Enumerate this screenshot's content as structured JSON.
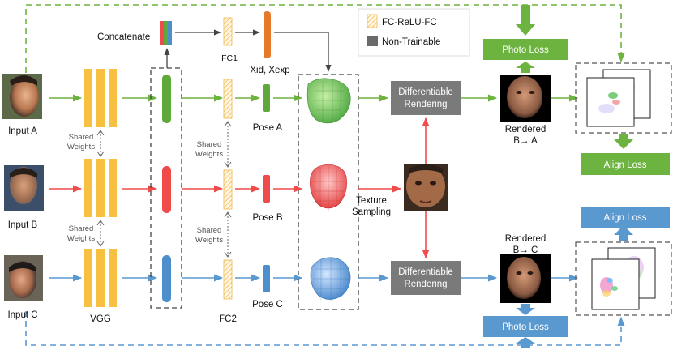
{
  "labels": {
    "concatenate": "Concatenate",
    "fc1": "FC1",
    "xid_xexp": "Xid, Xexp",
    "pose_a": "Pose A",
    "pose_b": "Pose B",
    "pose_c": "Pose C",
    "fc2": "FC2",
    "vgg": "VGG",
    "input_a": "Input A",
    "input_b": "Input B",
    "input_c": "Input C",
    "shared": "Shared",
    "weights": "Weights",
    "texture": "Texture",
    "sampling": "Sampling",
    "rendered": "Rendered",
    "b_to_a": "B→ A",
    "b_to_c": "B→ C"
  },
  "legend": {
    "fc_relu_fc": "FC-ReLU-FC",
    "non_trainable": "Non-Trainable"
  },
  "boxes": {
    "diff_rendering_line1": "Differentiable",
    "diff_rendering_line2": "Rendering",
    "photo_loss": "Photo Loss",
    "align_loss": "Align Loss"
  },
  "colors": {
    "green": "#6db33f",
    "red": "#ef4b4b",
    "blue": "#5a98d0",
    "vgg_yellow": "#f8c040",
    "fc_stripe": "#f5c060",
    "non_trainable": "#7a7a7a",
    "loss_green": "#6db33f",
    "loss_blue": "#5a98d0",
    "xid_orange": "#e77a2a"
  }
}
